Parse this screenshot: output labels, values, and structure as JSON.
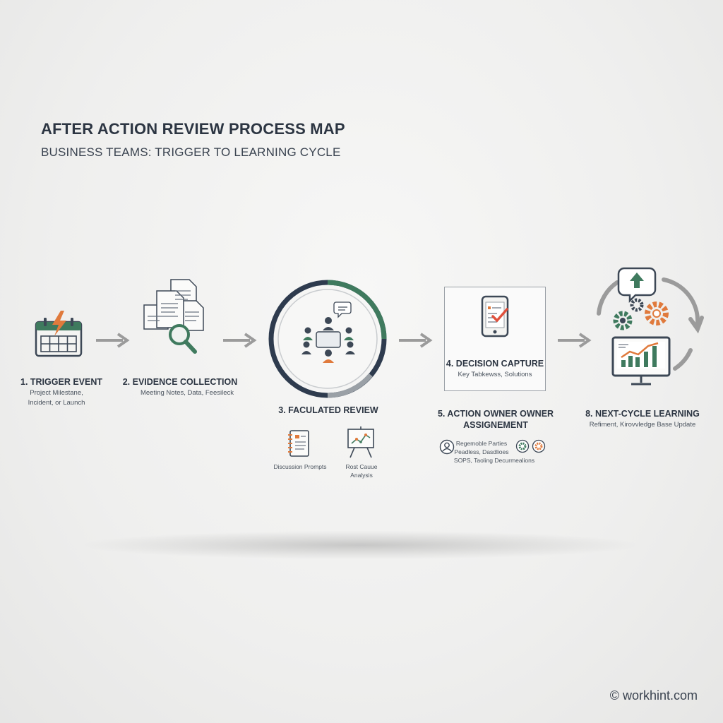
{
  "header": {
    "title": "AFTER ACTION REVIEW PROCESS MAP",
    "subtitle": "BUSINESS TEAMS: TRIGGER TO LEARNING CYCLE"
  },
  "steps": [
    {
      "label": "1. TRIGGER EVENT",
      "desc_line1": "Project Milestane,",
      "desc_line2": "Incident, or Launch",
      "icon": "calendar-lightning-icon"
    },
    {
      "label": "2. EVIDENCE COLLECTION",
      "desc": "Meeting Notes, Data, Feesileck",
      "icon": "documents-magnifier-icon"
    },
    {
      "label": "3. FACULATED REVIEW",
      "icon": "team-meeting-icon",
      "sub_items": [
        {
          "label": "Discussion Prompts",
          "icon": "notebook-icon"
        },
        {
          "label_line1": "Rost Cauue",
          "label_line2": "Analysis",
          "icon": "whiteboard-chart-icon"
        }
      ]
    },
    {
      "label": "4. DECISION CAPTURE",
      "desc": "Key Tabkewss, Solutions",
      "icon": "tablet-checklist-icon"
    },
    {
      "label_line1": "5. ACTION OWNER OWNER",
      "label_line2": "ASSIGNEMENT",
      "desc_line1": "Regemoble Parties",
      "desc_line2": "Peadless, Dasdlioes",
      "desc_line3": "SOPS, Taoling Decurmealions",
      "icon": "person-gears-icon"
    },
    {
      "label": "8. NEXT-CYCLE LEARNING",
      "desc": "Refiment, Kirovvledge Base Update",
      "icon": "cycle-gears-monitor-icon"
    }
  ],
  "colors": {
    "accent_orange": "#e07a3c",
    "accent_green": "#3f7a5e",
    "dark_navy": "#2e3b4e",
    "arrow_gray": "#9b9b9b"
  },
  "footer": {
    "copyright": "© workhint.com"
  }
}
